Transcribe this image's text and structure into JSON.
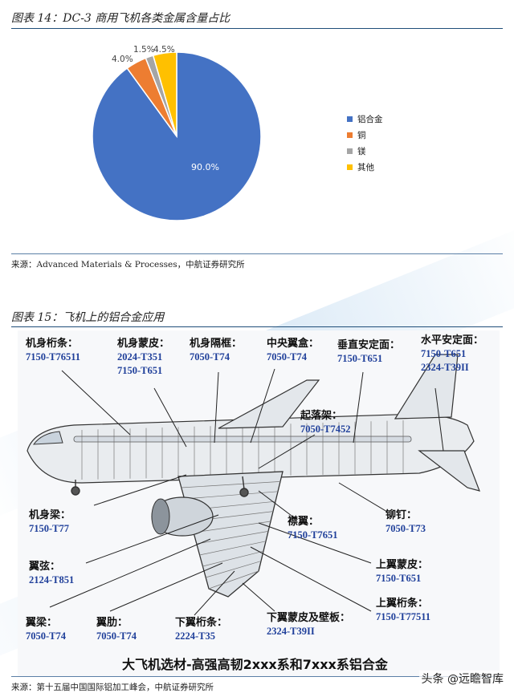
{
  "figure14": {
    "title": "图表 14：DC-3 商用飞机各类金属含量占比",
    "source": "来源：Advanced Materials & Processes，中航证券研究所"
  },
  "chart_data": {
    "type": "pie",
    "categories": [
      "铝合金",
      "铜",
      "镁",
      "其他"
    ],
    "values": [
      90.0,
      4.0,
      1.5,
      4.5
    ],
    "value_labels": [
      "90.0%",
      "4.0%",
      "1.5%",
      "4.5%"
    ],
    "colors": [
      "#4472c4",
      "#ed7d31",
      "#a5a5a5",
      "#ffc000"
    ],
    "legend_position": "right",
    "start_angle_deg": 0,
    "direction": "counterclockwise-small-slices-left-of-top"
  },
  "figure15": {
    "title": "图表 15：飞机上的铝合金应用",
    "source": "来源：第十五届中国国际铝加工峰会，中航证券研究所",
    "banner": "大飞机选材-高强高韧2xxx系和7xxx系铝合金",
    "callouts": [
      {
        "name": "机身桁条：",
        "values": [
          "7150-T76511"
        ]
      },
      {
        "name": "机身蒙皮：",
        "values": [
          "2024-T351",
          "7150-T651"
        ]
      },
      {
        "name": "机身隔框：",
        "values": [
          "7050-T74"
        ]
      },
      {
        "name": "中央翼盒：",
        "values": [
          "7050-T74"
        ]
      },
      {
        "name": "垂直安定面：",
        "values": [
          "7150-T651"
        ]
      },
      {
        "name": "水平安定面：",
        "values": [
          "7150-T651",
          "2324-T39II"
        ]
      },
      {
        "name": "起落架：",
        "values": [
          "7050-T7452"
        ]
      },
      {
        "name": "机身梁：",
        "values": [
          "7150-T77"
        ]
      },
      {
        "name": "襟翼：",
        "values": [
          "7150-T7651"
        ]
      },
      {
        "name": "铆钉：",
        "values": [
          "7050-T73"
        ]
      },
      {
        "name": "翼弦：",
        "values": [
          "2124-T851"
        ]
      },
      {
        "name": "上翼蒙皮：",
        "values": [
          "7150-T651"
        ]
      },
      {
        "name": "上翼桁条：",
        "values": [
          "7150-T77511"
        ]
      },
      {
        "name": "翼梁：",
        "values": [
          "7050-T74"
        ]
      },
      {
        "name": "翼肋：",
        "values": [
          "7050-T74"
        ]
      },
      {
        "name": "下翼桁条：",
        "values": [
          "2224-T35"
        ]
      },
      {
        "name": "下翼蒙皮及壁板：",
        "values": [
          "2324-T39II"
        ]
      }
    ]
  },
  "watermark": "头条 @远瞻智库"
}
